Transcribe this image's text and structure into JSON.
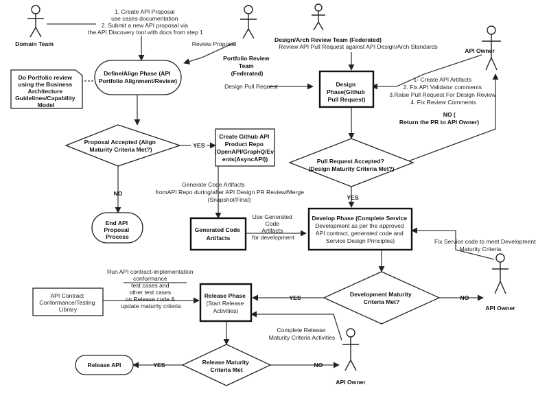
{
  "actors": {
    "domain_team": "Domain Team",
    "portfolio_team": [
      "Portfolio Review",
      "Team",
      "(Federated)"
    ],
    "design_arch_team": "Design/Arch Review Team (Federated)",
    "api_owner_top": "API Owner",
    "api_owner_mid": "API Owner",
    "api_owner_bottom": "API Owner"
  },
  "nodes": {
    "define_align": [
      "Define/Align Phase (API",
      "Portfolio Alignment/Review)"
    ],
    "portfolio_note": [
      "Do Portfolio review",
      "using  the Business",
      "Architecture",
      "Guidelines/Capability",
      "Model"
    ],
    "proposal_accepted": [
      "Proposal Accepted (Align",
      "Maturity Criteria Met?)"
    ],
    "end_process": [
      "End API",
      "Proposal",
      "Process"
    ],
    "create_repo": [
      "Create Github API",
      "Product Repo",
      "(OpenAPI/GraphQ/Ev",
      "ents(AsyncAPI))"
    ],
    "design_phase": [
      "Design",
      "Phase(Github",
      "Pull Request)"
    ],
    "pull_request_accepted": [
      "Pull Request Accepted?",
      "(Design Maturity Criteria Met?)"
    ],
    "generated_artifacts": [
      "Generated Code",
      "Artifacts"
    ],
    "develop_phase": [
      "Develop Phase (Complete Service",
      "Development as per the approved",
      "API contract, generated code and",
      "Service Design Principles)"
    ],
    "dev_maturity": [
      "Development Maturity",
      "Criteria Met?"
    ],
    "conformance_library": [
      "API Contract",
      "Conformance/Testing",
      "Library"
    ],
    "release_phase": [
      "Release Phase",
      "(Start Release",
      "Activities)"
    ],
    "release_maturity": [
      "Release Maturity",
      "Criteria Met"
    ],
    "release_api": "Release API"
  },
  "labels": {
    "step1": [
      "1. Create API Proposal",
      "use cases documentation",
      "2. Submit a new API proposal via",
      "the API Discovery tool with docs from step 1"
    ],
    "review_proposal": "Review Proposal",
    "review_pr": "Review API Pull Request against API Design/Arch Standards",
    "design_pull_request": "Design Pull Request",
    "owner_steps": [
      "1- Create API Artifacts",
      "2. Fix API Validator comments",
      "3.Raise Pull Request For Design Review",
      "4. Fix Review Comments"
    ],
    "no_return": [
      "NO (",
      "Return the PR to API Owner)"
    ],
    "yes_proposal": "YES",
    "no_proposal": "NO",
    "gen_code": [
      "Generate Code Artifacts",
      "fromAPI Repo during/after API Design PR Review/Merge",
      "(Snapshot/Final)"
    ],
    "yes_pr": "YES",
    "use_generated": [
      "Use Generated",
      "Code",
      "Artifacts",
      "for development"
    ],
    "fix_service": [
      "Fix Service code to meet Development",
      "Maturity Criteria"
    ],
    "run_contract": [
      "Run API contract-implementation",
      "conformance",
      "test cases and",
      "other test cases",
      "on Release code &",
      "update maturity criteria"
    ],
    "yes_dev": "YES",
    "no_dev": "NO",
    "complete_release": [
      "Complete Release",
      "Maturity Criteria Activities"
    ],
    "yes_release": "YES",
    "no_release": "NO"
  }
}
